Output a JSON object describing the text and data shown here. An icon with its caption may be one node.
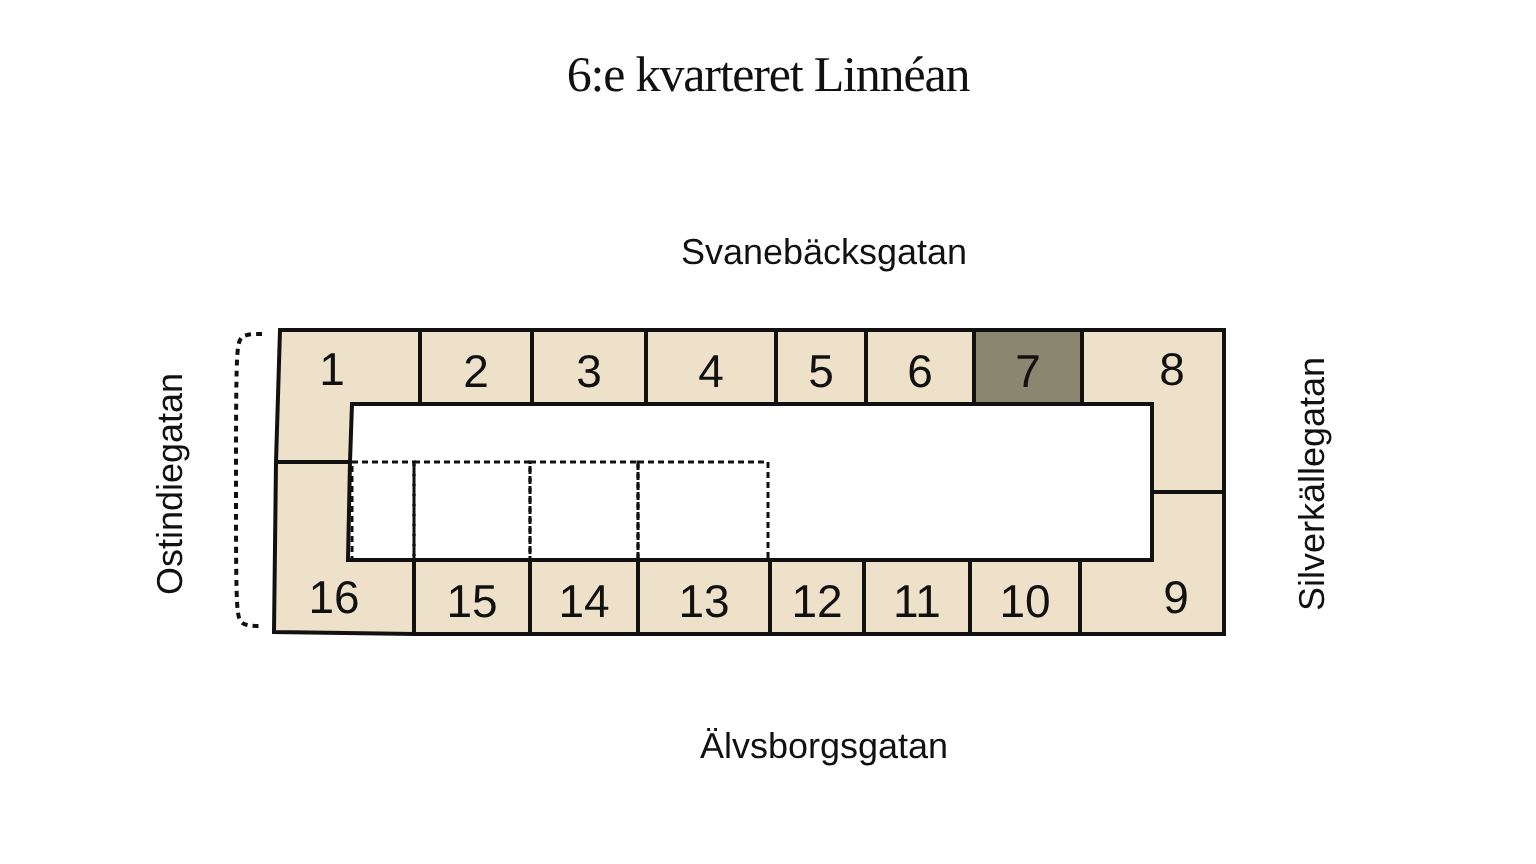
{
  "diagram": {
    "title": "6:e kvarteret Linnéan",
    "nodes": [
      {
        "text": [
          "1"
        ]
      },
      {
        "text": [
          "2"
        ]
      },
      {
        "text": [
          "3"
        ]
      },
      {
        "text": [
          "4"
        ]
      },
      {
        "text": [
          "5"
        ]
      },
      {
        "text": [
          "6"
        ]
      },
      {
        "text": [
          "7"
        ]
      },
      {
        "text": [
          "8"
        ]
      },
      {
        "text": [
          "9"
        ]
      },
      {
        "text": [
          "10"
        ]
      },
      {
        "text": [
          "11"
        ]
      },
      {
        "text": [
          "12"
        ]
      },
      {
        "text": [
          "13"
        ]
      },
      {
        "text": [
          "14"
        ]
      },
      {
        "text": [
          "15"
        ]
      },
      {
        "text": [
          "16"
        ]
      },
      {
        "text": [],
        "shape": "box"
      },
      {
        "text": [],
        "shape": "box"
      },
      {
        "text": [],
        "shape": "box"
      },
      {
        "text": [],
        "shape": "box"
      }
    ],
    "labels": [
      "Svanebäcksgatan",
      "Ostindiegatan",
      "Silverkällegatan",
      "Älvsborgsgatan"
    ]
  }
}
